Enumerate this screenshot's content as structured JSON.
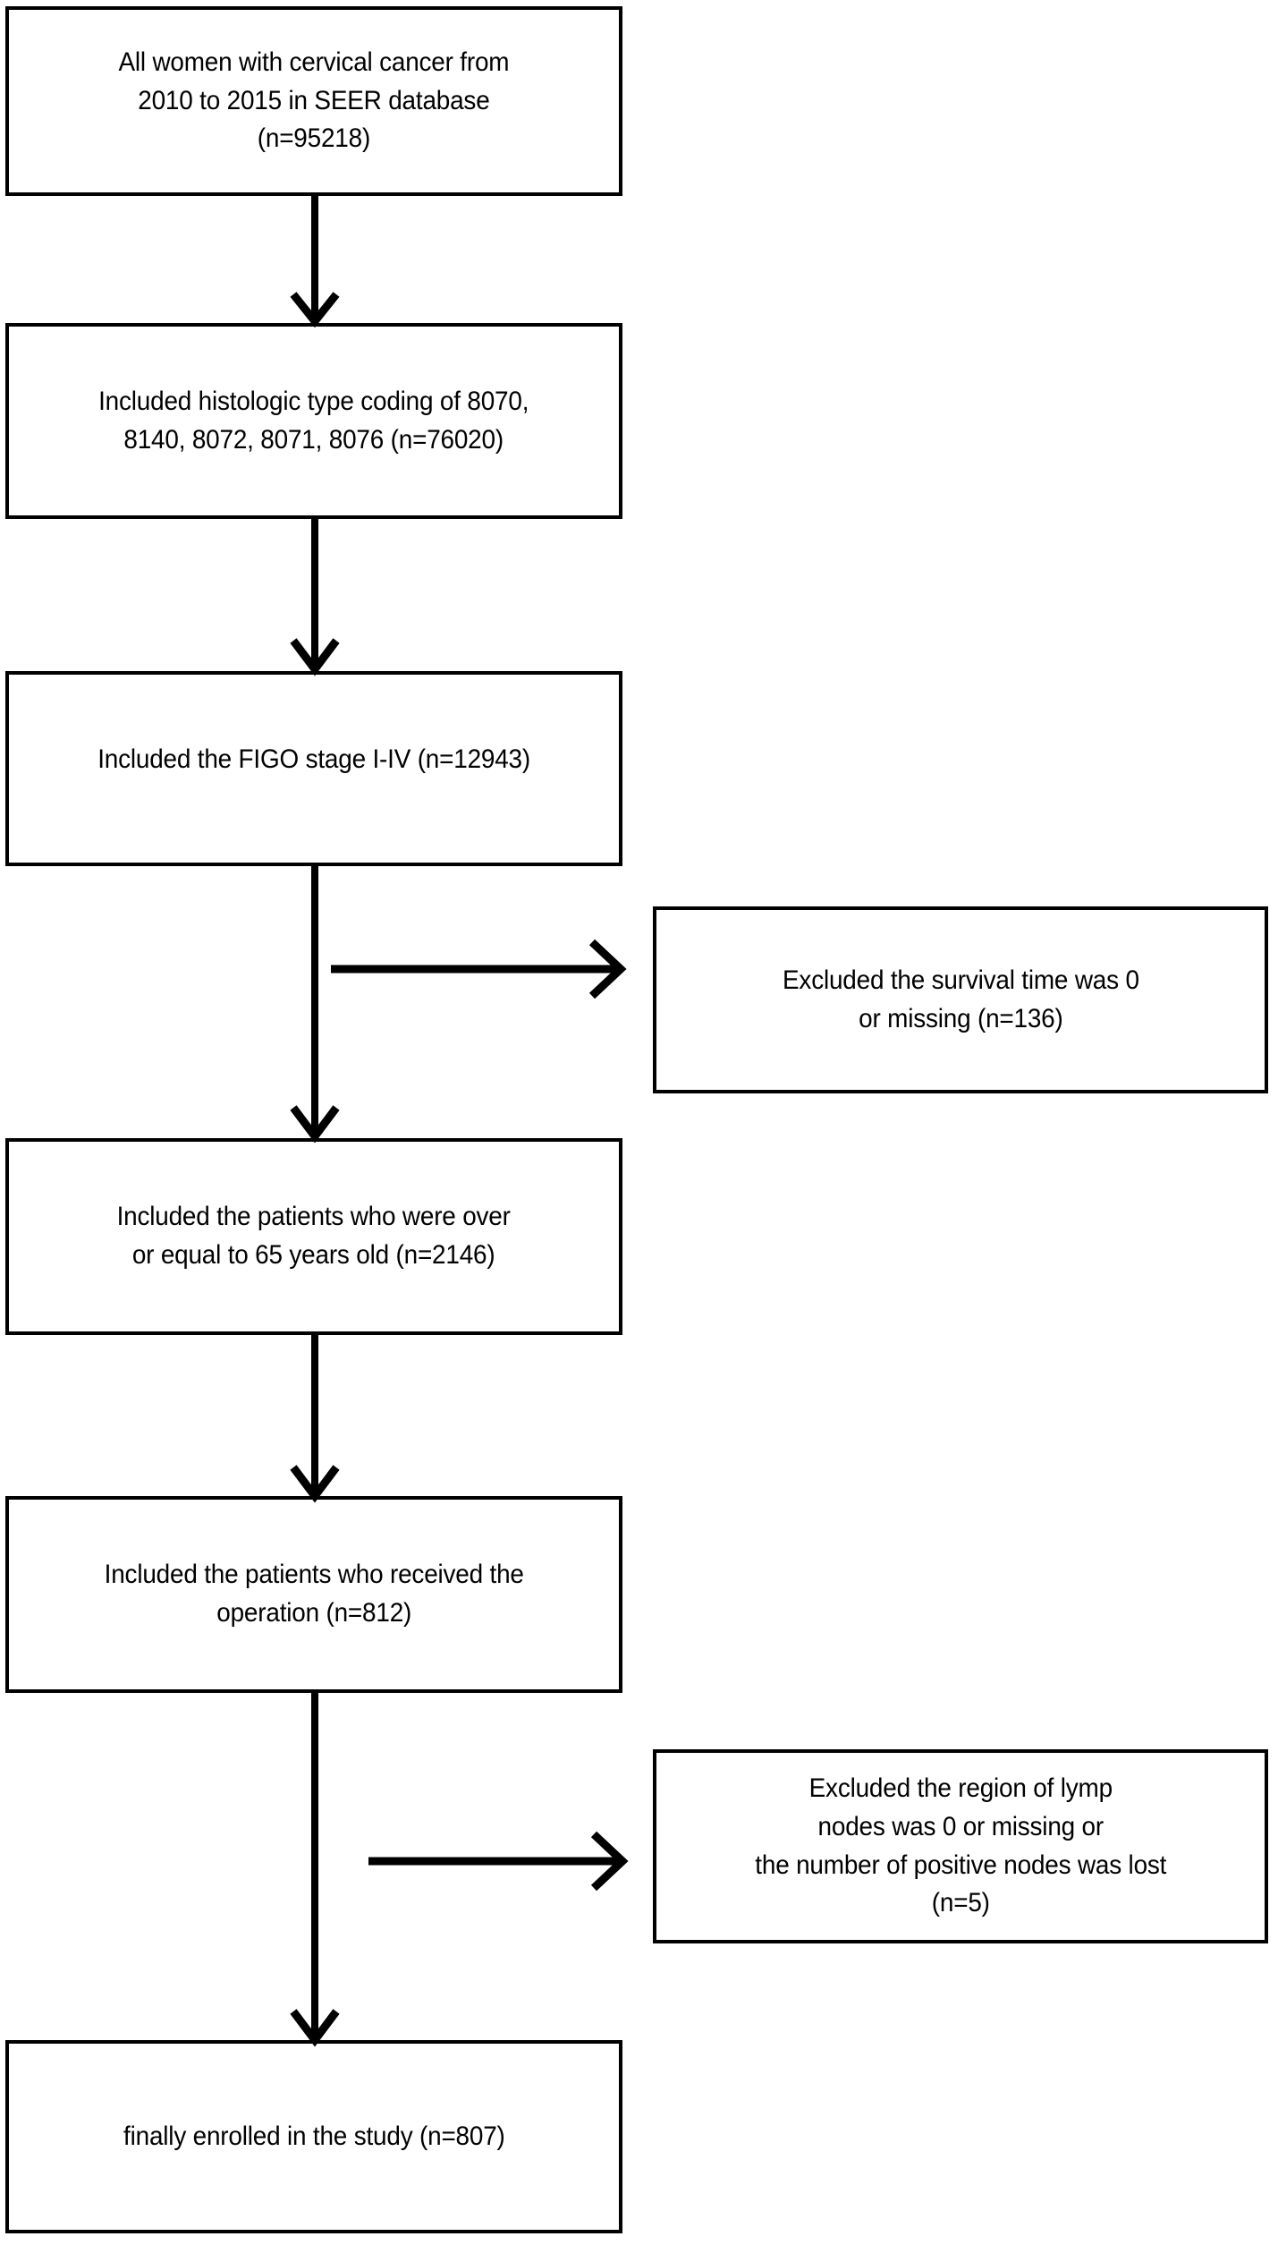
{
  "figure": {
    "type": "flowchart",
    "orientation": "vertical",
    "description": "Patient selection flow diagram (SEER cervical cancer cohort)",
    "background_color": "#ffffff",
    "line_color": "#000000",
    "text_color": "#000000"
  },
  "nodes": [
    {
      "id": "box-all-women",
      "name": "all-women-box",
      "text": "All women with cervical cancer from\n2010 to 2015  in SEER database\n(n=95218)",
      "count": 95218,
      "column": "main"
    },
    {
      "id": "box-histologic-type",
      "name": "histologic-type-box",
      "text": "Included histologic type coding of 8070,\n8140, 8072, 8071, 8076 (n=76020)",
      "count": 76020,
      "column": "main"
    },
    {
      "id": "box-figo-stage",
      "name": "figo-stage-box",
      "text": "Included the FIGO stage I-IV (n=12943)",
      "count": 12943,
      "column": "main"
    },
    {
      "id": "box-excluded-survival",
      "name": "excluded-survival-time-box",
      "text": "Excluded the survival time was 0\nor missing (n=136)",
      "count": 136,
      "column": "side"
    },
    {
      "id": "box-age-65",
      "name": "age-over-65-box",
      "text": "Included the patients who were over\nor equal to 65 years old (n=2146)",
      "count": 2146,
      "column": "main"
    },
    {
      "id": "box-operation",
      "name": "received-operation-box",
      "text": "Included the patients who received the\noperation (n=812)",
      "count": 812,
      "column": "main"
    },
    {
      "id": "box-excluded-nodes",
      "name": "excluded-lymph-nodes-box",
      "text": "Excluded the region of lymp\nnodes was 0 or missing or\nthe number of positive nodes was lost\n(n=5)",
      "count": 5,
      "column": "side"
    },
    {
      "id": "box-final",
      "name": "finally-enrolled-box",
      "text": "finally enrolled in the study (n=807)",
      "count": 807,
      "column": "main"
    }
  ],
  "connectors": [
    {
      "id": "arrow-1",
      "name": "arrow-all-women-to-histologic",
      "from": "box-all-women",
      "to": "box-histologic-type",
      "direction": "down"
    },
    {
      "id": "arrow-2",
      "name": "arrow-histologic-to-figo",
      "from": "box-histologic-type",
      "to": "box-figo-stage",
      "direction": "down"
    },
    {
      "id": "arrow-3",
      "name": "arrow-figo-to-age65",
      "from": "box-figo-stage",
      "to": "box-age-65",
      "direction": "down"
    },
    {
      "id": "arrow-4",
      "name": "arrow-branch-to-excluded-survival",
      "from": "box-figo-stage",
      "to": "box-excluded-survival",
      "direction": "right"
    },
    {
      "id": "arrow-5",
      "name": "arrow-age65-to-operation",
      "from": "box-age-65",
      "to": "box-operation",
      "direction": "down"
    },
    {
      "id": "arrow-6",
      "name": "arrow-operation-to-final",
      "from": "box-operation",
      "to": "box-final",
      "direction": "down"
    },
    {
      "id": "arrow-7",
      "name": "arrow-branch-to-excluded-nodes",
      "from": "box-operation",
      "to": "box-excluded-nodes",
      "direction": "right"
    }
  ]
}
